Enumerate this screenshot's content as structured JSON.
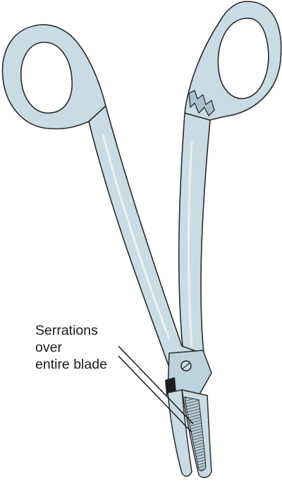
{
  "annotation": {
    "lines": [
      "Serrations",
      "over",
      "entire blade"
    ]
  },
  "colors": {
    "steel": "#c9dce5",
    "steel_shadow": "#a9c2cf",
    "outline": "#2b2b2b",
    "label_text": "#1a1a1a",
    "background": "#ffffff"
  },
  "icons": {
    "instrument": "hemostat-forceps-illustration"
  }
}
